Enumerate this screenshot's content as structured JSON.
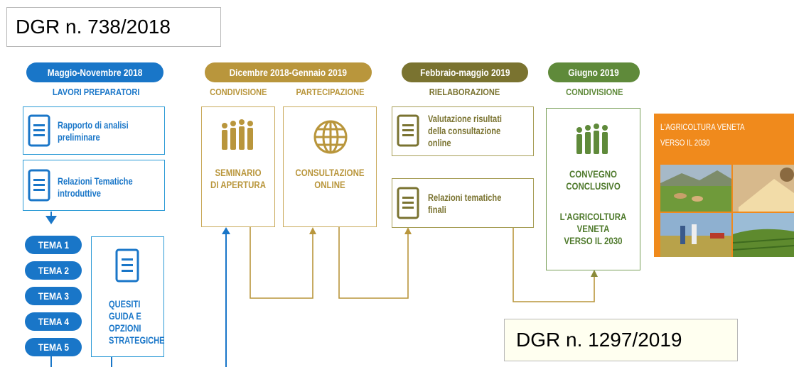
{
  "dgr_top": "DGR n. 738/2018",
  "dgr_bottom": "DGR n. 1297/2019",
  "phase1": {
    "period": "Maggio-Novembre 2018",
    "title": "LAVORI PREPARATORI",
    "doc1": [
      "Rapporto di analisi",
      "preliminare"
    ],
    "doc2": [
      "Relazioni Tematiche",
      "introduttive"
    ],
    "temi": [
      "TEMA 1",
      "TEMA 2",
      "TEMA 3",
      "TEMA 4",
      "TEMA 5"
    ],
    "quesiti": [
      "QUESITI",
      "GUIDA E",
      "OPZIONI",
      "STRATEGICHE"
    ]
  },
  "phase2": {
    "period": "Dicembre 2018-Gennaio 2019",
    "col1_title": "CONDIVISIONE",
    "col2_title": "PARTECIPAZIONE",
    "seminario": [
      "SEMINARIO",
      "DI APERTURA"
    ],
    "consultazione": [
      "CONSULTAZIONE",
      "ONLINE"
    ]
  },
  "phase3": {
    "period": "Febbraio-maggio 2019",
    "title": "RIELABORAZIONE",
    "doc1": [
      "Valutazione risultati",
      "della consultazione",
      "online"
    ],
    "doc2": [
      "Relazioni tematiche",
      "finali"
    ]
  },
  "phase4": {
    "period": "Giugno 2019",
    "title": "CONDIVISIONE",
    "convegno": [
      "CONVEGNO",
      "CONCLUSIVO"
    ],
    "agricoltura": [
      "L'AGRICOLTURA",
      "VENETA",
      "VERSO IL 2030"
    ]
  },
  "cover": {
    "line1": "L'AGRICOLTURA VENETA",
    "line2": "VERSO IL 2030"
  },
  "colors": {
    "blue": "#1976c8",
    "blue_light": "#2b9ad6",
    "gold": "#b9963c",
    "gold_box": "#c9a95a",
    "olive": "#7a7330",
    "green": "#5f8a3a",
    "green_text": "#4f7a2c",
    "orange": "#f08a1c"
  }
}
